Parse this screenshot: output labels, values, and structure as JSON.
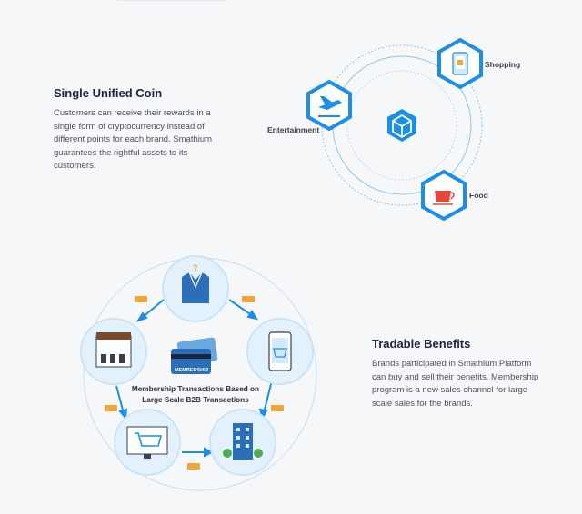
{
  "unified": {
    "title": "Single Unified Coin",
    "description": "Customers can receive their rewards in a single form of cryptocurrency instead of different points for each brand. Smathium guarantees the rightful assets to its customers.",
    "labels": {
      "shopping": "Shopping",
      "entertainment": "Entertainment",
      "food": "Food"
    }
  },
  "tradable": {
    "title": "Tradable Benefits",
    "description": "Brands participated in Smathium Platform can buy and sell their benefits. Membership program is a new sales channel for large scale sales for the brands.",
    "center_caption_line1": "Membership Transactions Based on",
    "center_caption_line2": "Large Scale B2B Transactions",
    "card_label": "MEMBERSHIP"
  },
  "colors": {
    "accent": "#1d8ee6",
    "dark": "#1c2540",
    "coin": "#f0a63a"
  }
}
